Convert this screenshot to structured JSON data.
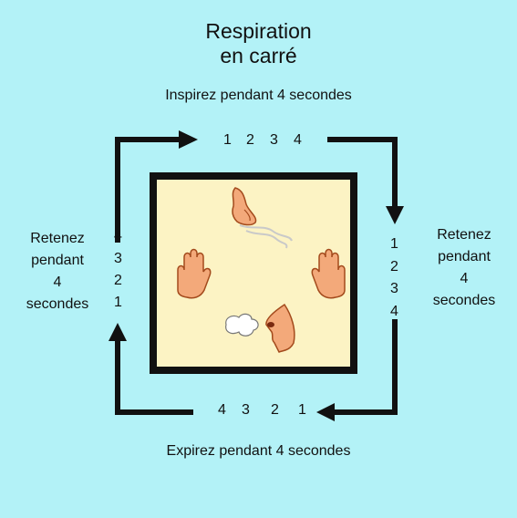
{
  "colors": {
    "background": "#b3f2f7",
    "box_fill": "#fcf3c4",
    "frame": "#111111",
    "skin": "#f3a97a",
    "skin_outline": "#a34a1c"
  },
  "title": {
    "line1": "Respiration",
    "line2": "en carré"
  },
  "top_caption": "Inspirez pendant 4 secondes",
  "bottom_caption": "Expirez pendant 4 secondes",
  "left_label": {
    "line1": "Retenez",
    "line2": "pendant",
    "line3": "4",
    "line4": "secondes"
  },
  "right_label": {
    "line1": "Retenez",
    "line2": "pendant",
    "line3": "4",
    "line4": "secondes"
  },
  "top_count": [
    "1",
    "2",
    "3",
    "4"
  ],
  "right_count": [
    "1",
    "2",
    "3",
    "4"
  ],
  "bottom_count": [
    "4",
    "3",
    "2",
    "1"
  ],
  "left_count": [
    "4",
    "3",
    "2",
    "1"
  ],
  "icons": [
    "nose-inhale-icon",
    "left-hand-icon",
    "right-hand-icon",
    "mouth-exhale-icon"
  ]
}
